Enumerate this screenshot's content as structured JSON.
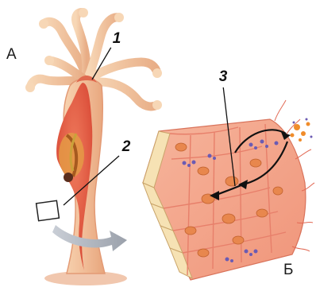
{
  "panels": {
    "a": "А",
    "b": "Б"
  },
  "callouts": [
    "1",
    "2",
    "3"
  ],
  "colors": {
    "body_wall": "#f3c7a3",
    "gut_cavity": "#e8604a",
    "tissue": "#f4a98f",
    "cell_wall": "#e77f6a",
    "supporting_layer": "#f6e2b4",
    "nucleus": "#e8874d",
    "vesicle": "#6b5bb3",
    "arrow_grey": "#a9aeb8",
    "food_particle": "#f08c2a"
  }
}
